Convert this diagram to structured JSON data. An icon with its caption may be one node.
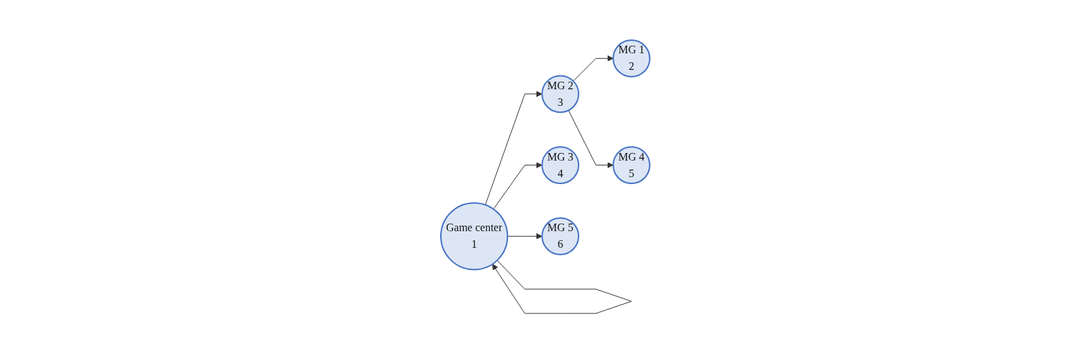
{
  "diagram": {
    "nodes": [
      {
        "text": [
          "Game center",
          "1"
        ]
      },
      {
        "text": [
          "MG 1",
          "2"
        ]
      },
      {
        "text": [
          "MG 2",
          "3"
        ]
      },
      {
        "text": [
          "MG 3",
          "4"
        ]
      },
      {
        "text": [
          "MG 4",
          "5"
        ]
      },
      {
        "text": [
          "MG 5",
          "6"
        ]
      }
    ],
    "edges": [
      {
        "from": 0,
        "to": 2,
        "arrow": "to"
      },
      {
        "from": 2,
        "to": 1,
        "arrow": "to"
      },
      {
        "from": 2,
        "to": 4,
        "arrow": "to"
      },
      {
        "from": 0,
        "to": 5,
        "arrow": "to"
      },
      {
        "from": 0,
        "to": 3,
        "arrow": "to"
      },
      {
        "from": 0,
        "to": 0,
        "arrow": "to"
      }
    ]
  }
}
